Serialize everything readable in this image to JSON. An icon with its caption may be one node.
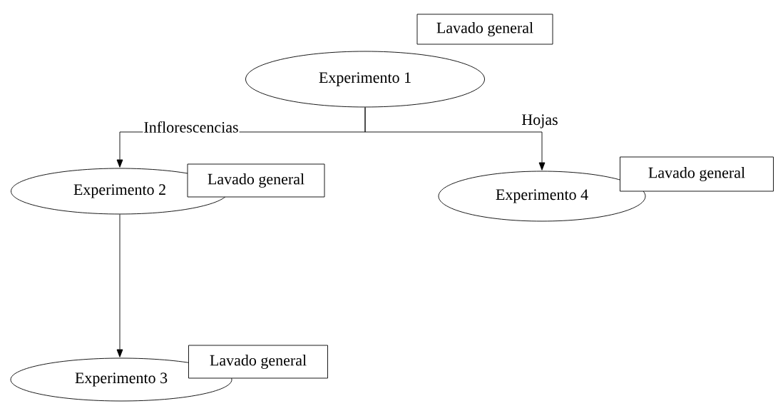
{
  "diagram": {
    "nodes": [
      {
        "text": [
          "Lavado general"
        ]
      },
      {
        "text": [
          "Experimento 1"
        ]
      },
      {
        "text": [
          "Experimento 2"
        ]
      },
      {
        "text": [
          "Lavado general"
        ]
      },
      {
        "text": [
          "Lavado general"
        ]
      },
      {
        "text": [
          "Experimento 4"
        ]
      },
      {
        "text": [
          "Lavado general"
        ]
      },
      {
        "text": [
          "Experimento 3"
        ]
      }
    ],
    "edges": [
      {
        "from": 1,
        "to": 2,
        "arrow": "to",
        "label": "Inflorescencias"
      },
      {
        "from": 1,
        "to": 5,
        "arrow": "to",
        "label": "Hojas"
      },
      {
        "from": 2,
        "to": 7,
        "arrow": "to"
      }
    ]
  }
}
